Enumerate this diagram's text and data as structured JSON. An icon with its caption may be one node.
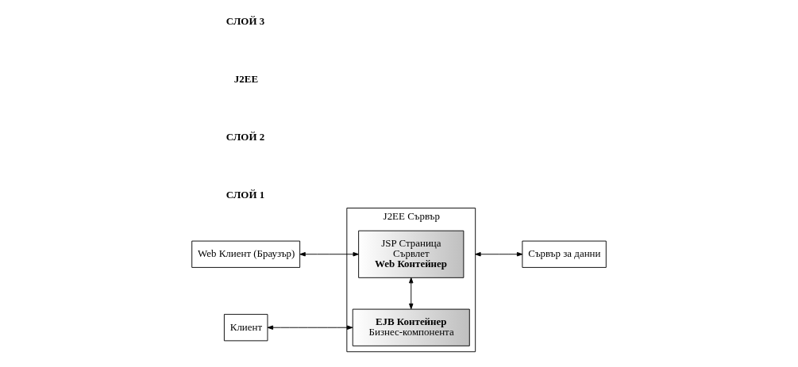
{
  "diagram": {
    "nodes": [
      {
        "text": [
          "Web Клиент (Браузър)"
        ]
      },
      {
        "text": [
          "J2EE Сървър"
        ]
      },
      {
        "text": [
          "JSP Страница",
          "Сървлет",
          "Web Контейнер"
        ],
        "in": 1
      },
      {
        "text": [
          "EJB Контейнер",
          "Бизнес-компонента"
        ],
        "in": 1
      },
      {
        "text": [
          "Клиент"
        ]
      },
      {
        "text": [
          "Сървър за данни"
        ]
      }
    ],
    "edges": [
      {
        "from": 0,
        "to": 2,
        "arrow": "both"
      },
      {
        "from": 2,
        "to": 3,
        "arrow": "both"
      },
      {
        "from": 4,
        "to": 3,
        "arrow": "both"
      },
      {
        "from": 1,
        "to": 5,
        "arrow": "both"
      }
    ],
    "labels": [
      "СЛОЙ 1",
      "СЛОЙ 2",
      "J2EE",
      "СЛОЙ 3"
    ]
  }
}
